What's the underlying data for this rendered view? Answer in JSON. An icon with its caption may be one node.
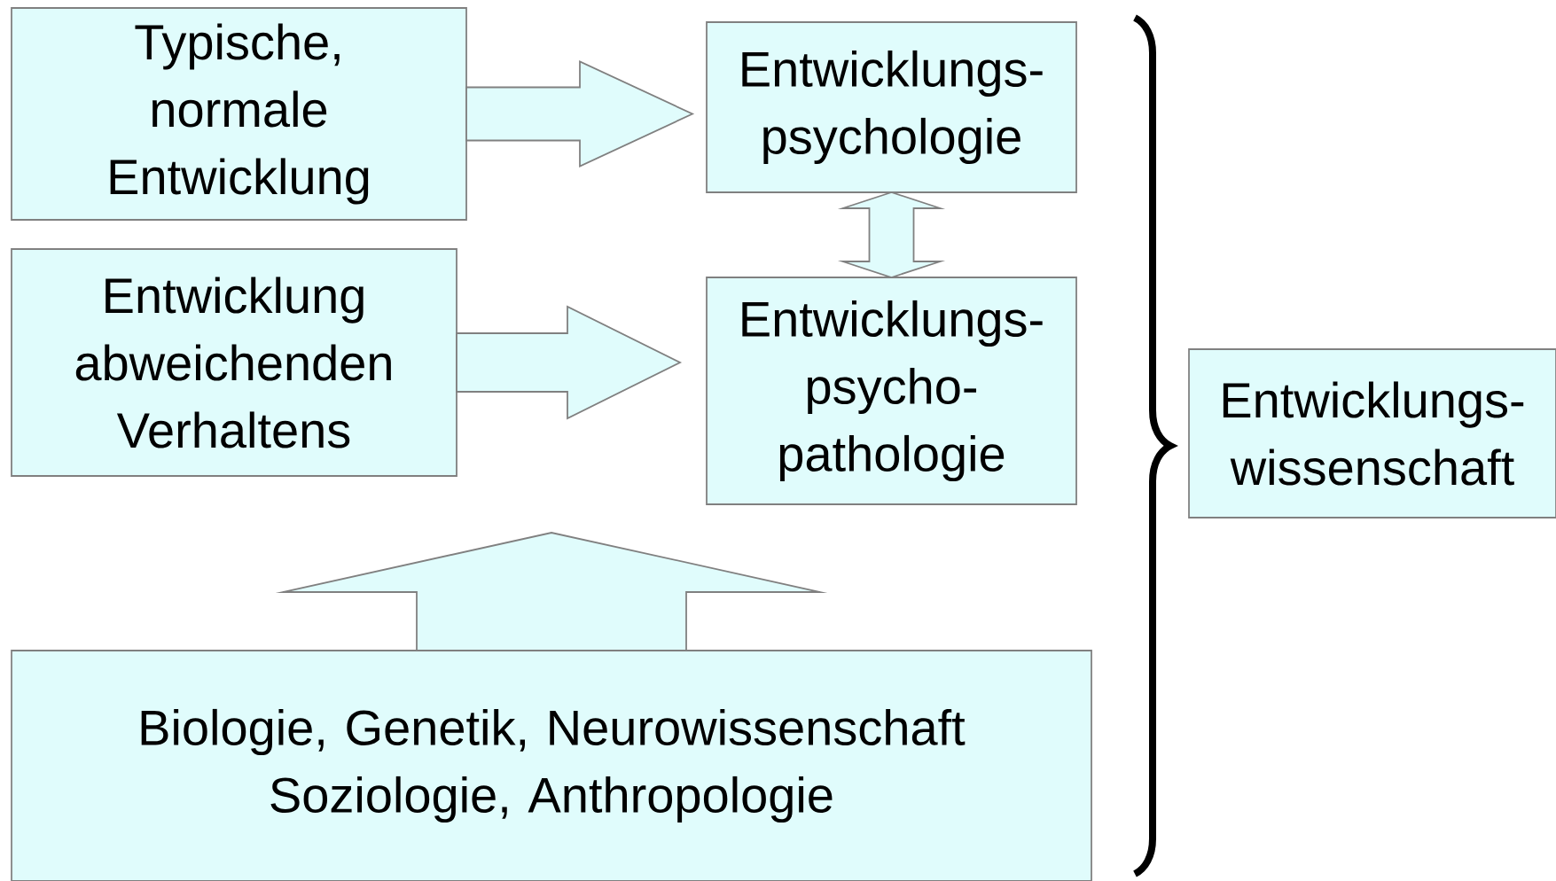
{
  "diagram": {
    "nodes": [
      {
        "text": [
          "Typische, normale Entwicklung"
        ]
      },
      {
        "text": [
          "Entwicklungs- psychologie"
        ]
      },
      {
        "text": [
          "Entwicklung abweichenden Verhaltens"
        ]
      },
      {
        "text": [
          "Entwicklungs- psycho- pathologie"
        ]
      },
      {
        "text": [
          "Biologie, Genetik, Neurowissenschaft Soziologie, Anthropologie"
        ]
      },
      {
        "text": [
          "Entwicklungs- wissenschaft"
        ]
      }
    ],
    "edges": [
      {
        "from": 0,
        "to": 1,
        "arrow": "to"
      },
      {
        "from": 1,
        "to": 3,
        "arrow": "both"
      },
      {
        "from": 2,
        "to": 3,
        "arrow": "to"
      },
      {
        "from": 4,
        "to": null,
        "arrow": "to"
      }
    ]
  }
}
